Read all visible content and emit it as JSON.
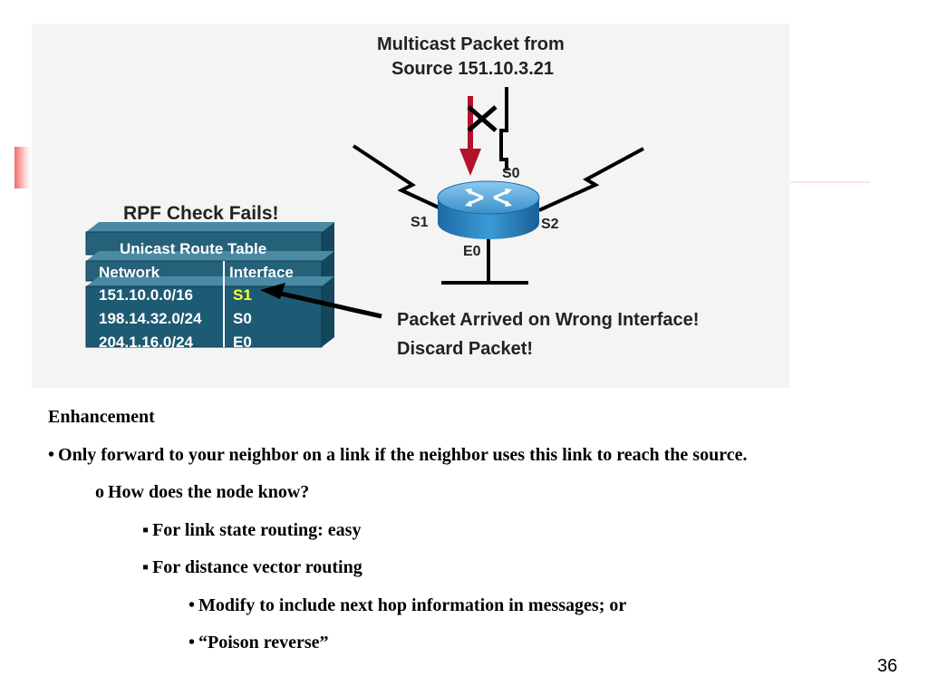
{
  "diagram": {
    "title_line1": "Multicast Packet from",
    "title_line2": "Source 151.10.3.21",
    "rpf_label": "RPF Check Fails!",
    "table_title": "Unicast Route Table",
    "col_network": "Network",
    "col_interface": "Interface",
    "rows": [
      {
        "network": "151.10.0.0/16",
        "interface": "S1"
      },
      {
        "network": "198.14.32.0/24",
        "interface": "S0"
      },
      {
        "network": "204.1.16.0/24",
        "interface": "E0"
      }
    ],
    "port_s0": "S0",
    "port_s1": "S1",
    "port_s2": "S2",
    "port_e0": "E0",
    "arrived_line1": "Packet Arrived on Wrong Interface!",
    "arrived_line2": "Discard Packet!",
    "colors": {
      "table_header": "#26617a",
      "table_body": "#1d5a73",
      "highlight_interface": "#ffff33",
      "arrow_red": "#b3122a",
      "router_blue": "#3a9bd6"
    }
  },
  "content": {
    "heading": "Enhancement",
    "bullet1": "Only forward to your neighbor on a link if the neighbor uses this link to reach the source.",
    "sub1": "How does the node know?",
    "subsub1": "For link state routing: easy",
    "subsub2": "For distance vector routing",
    "item1": "Modify to include next hop information in messages; or",
    "item2": "“Poison reverse”",
    "bullet_symbols": {
      "level1": "•",
      "level2": "o",
      "level3": "▪",
      "level4": "•"
    }
  },
  "page_number": "36"
}
